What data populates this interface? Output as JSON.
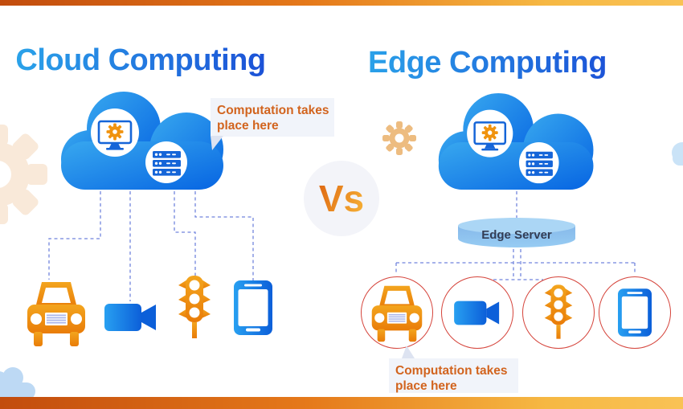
{
  "header": {
    "left_title": "Cloud Computing",
    "right_title": "Edge Computing",
    "vs": "Vs"
  },
  "cloud_section": {
    "callout": {
      "line1": "Computation takes",
      "line2": "place here"
    },
    "devices": [
      "car",
      "video-camera",
      "traffic-light",
      "smartphone"
    ]
  },
  "edge_section": {
    "server_label": "Edge Server",
    "callout": {
      "line1": "Computation takes",
      "line2": "place here"
    },
    "devices": [
      "car",
      "video-camera",
      "traffic-light",
      "smartphone"
    ]
  },
  "icons": {
    "inside_cloud": [
      "monitor-gear-icon",
      "server-rack-icon"
    ],
    "decorations": [
      "gear-icon",
      "cloud-icon"
    ]
  },
  "colors": {
    "border_gradient_start": "#c24c0d",
    "border_gradient_end": "#f9c255",
    "title_blue_light": "#2ba6ea",
    "title_blue_dark": "#1b4ed6",
    "cloud_blue_light": "#38a8ef",
    "cloud_blue_dark": "#0765e2",
    "icon_orange_light": "#f3a51e",
    "icon_orange_dark": "#e97c08",
    "icon_blue_light": "#28a0f1",
    "icon_blue_dark": "#0c5fd9",
    "dashed_line": "#7285dd",
    "device_circle_outline": "#d5433a",
    "callout_text": "#d2641e",
    "edge_server_fill": "#8fc3ef",
    "panel_background": "#f1f4fa"
  }
}
